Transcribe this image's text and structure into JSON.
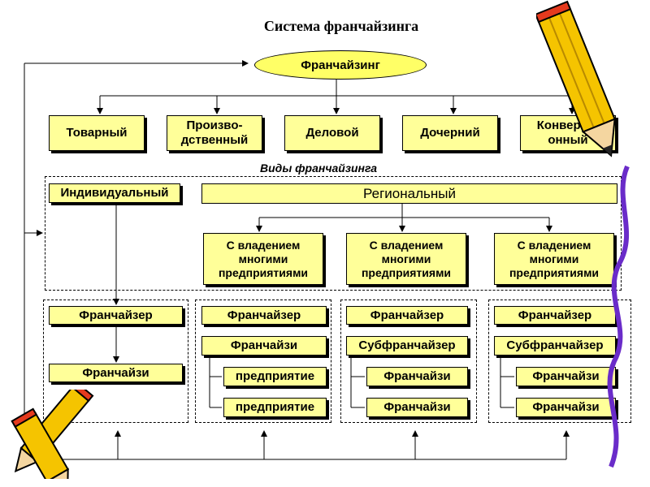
{
  "title": "Система франчайзинга",
  "root": "Франчайзинг",
  "types": [
    "Товарный",
    "Произво-дственный",
    "Деловой",
    "Дочерний",
    "Конверси-онный"
  ],
  "kinds_label": "Виды франчайзинга",
  "individual": "Индивидуальный",
  "regional": "Региональный",
  "multi": "С владением многими предприятиями",
  "col1": {
    "top": "Франчайзер",
    "bottom": "Франчайзи"
  },
  "col2": {
    "top": "Франчайзер",
    "mid": "Франчайзи",
    "sub1": "предприятие",
    "sub2": "предприятие"
  },
  "col3": {
    "top": "Франчайзер",
    "mid": "Субфранчайзер",
    "sub1": "Франчайзи",
    "sub2": "Франчайзи"
  },
  "col4": {
    "top": "Франчайзер",
    "mid": "Субфранчайзер",
    "sub1": "Франчайзи",
    "sub2": "Франчайзи"
  },
  "colors": {
    "box_fill": "#ffff99",
    "oval_fill": "#ffff66",
    "pencil_yellow": "#f5c400",
    "pencil_red": "#e53a1e",
    "ribbon_purple": "#6a2cc9"
  }
}
